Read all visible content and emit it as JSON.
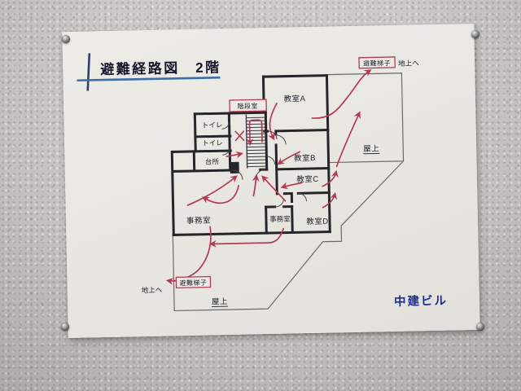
{
  "sign": {
    "title": "避難経路図　2階",
    "building_name": "中建ビル",
    "rooms": {
      "classroom_a": "教室A",
      "classroom_b": "教室B",
      "classroom_c": "教室C",
      "classroom_d": "教室D",
      "toilet_upper": "トイレ",
      "toilet_lower": "トイレ",
      "kitchen": "台所",
      "office_main": "事務室",
      "office_small": "事務室",
      "stairwell": "階段室",
      "roof_east": "屋上",
      "roof_south": "屋上"
    },
    "evacuation_labels": {
      "ladder_roof": "避難梯子",
      "to_ground_roof": "地上へ",
      "ladder_south": "避難梯子",
      "to_ground_south": "地上へ"
    },
    "colors": {
      "route_arrow": "#b23a52",
      "label_box_border": "#b23a52",
      "title_underline": "#3a6ea8",
      "building_name_text": "#1d2f8f",
      "wall_line": "#26262a"
    }
  }
}
